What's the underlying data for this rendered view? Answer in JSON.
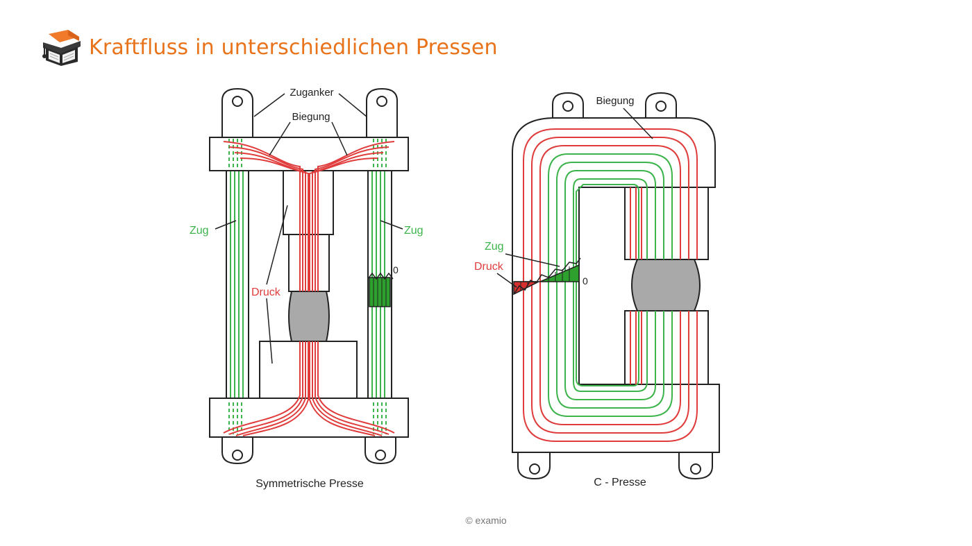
{
  "page": {
    "title": "Kraftfluss in unterschiedlichen Pressen",
    "footer": "© examio"
  },
  "diagram": {
    "left_press": {
      "caption": "Symmetrische Presse",
      "labels": {
        "zuganker": "Zuganker",
        "biegung": "Biegung",
        "zug_left": "Zug",
        "zug_right": "Zug",
        "druck": "Druck",
        "zero": "0"
      }
    },
    "right_press": {
      "caption": "C - Presse",
      "labels": {
        "biegung": "Biegung",
        "zug": "Zug",
        "druck": "Druck",
        "zero": "0"
      }
    }
  },
  "colors": {
    "title": "#e8731a",
    "tension": "#3cb44b",
    "compression": "#e03c3c",
    "workpiece": "#a9a9a9",
    "outline": "#222222"
  },
  "icons": {
    "logo": "graduation-cap-book-icon"
  }
}
